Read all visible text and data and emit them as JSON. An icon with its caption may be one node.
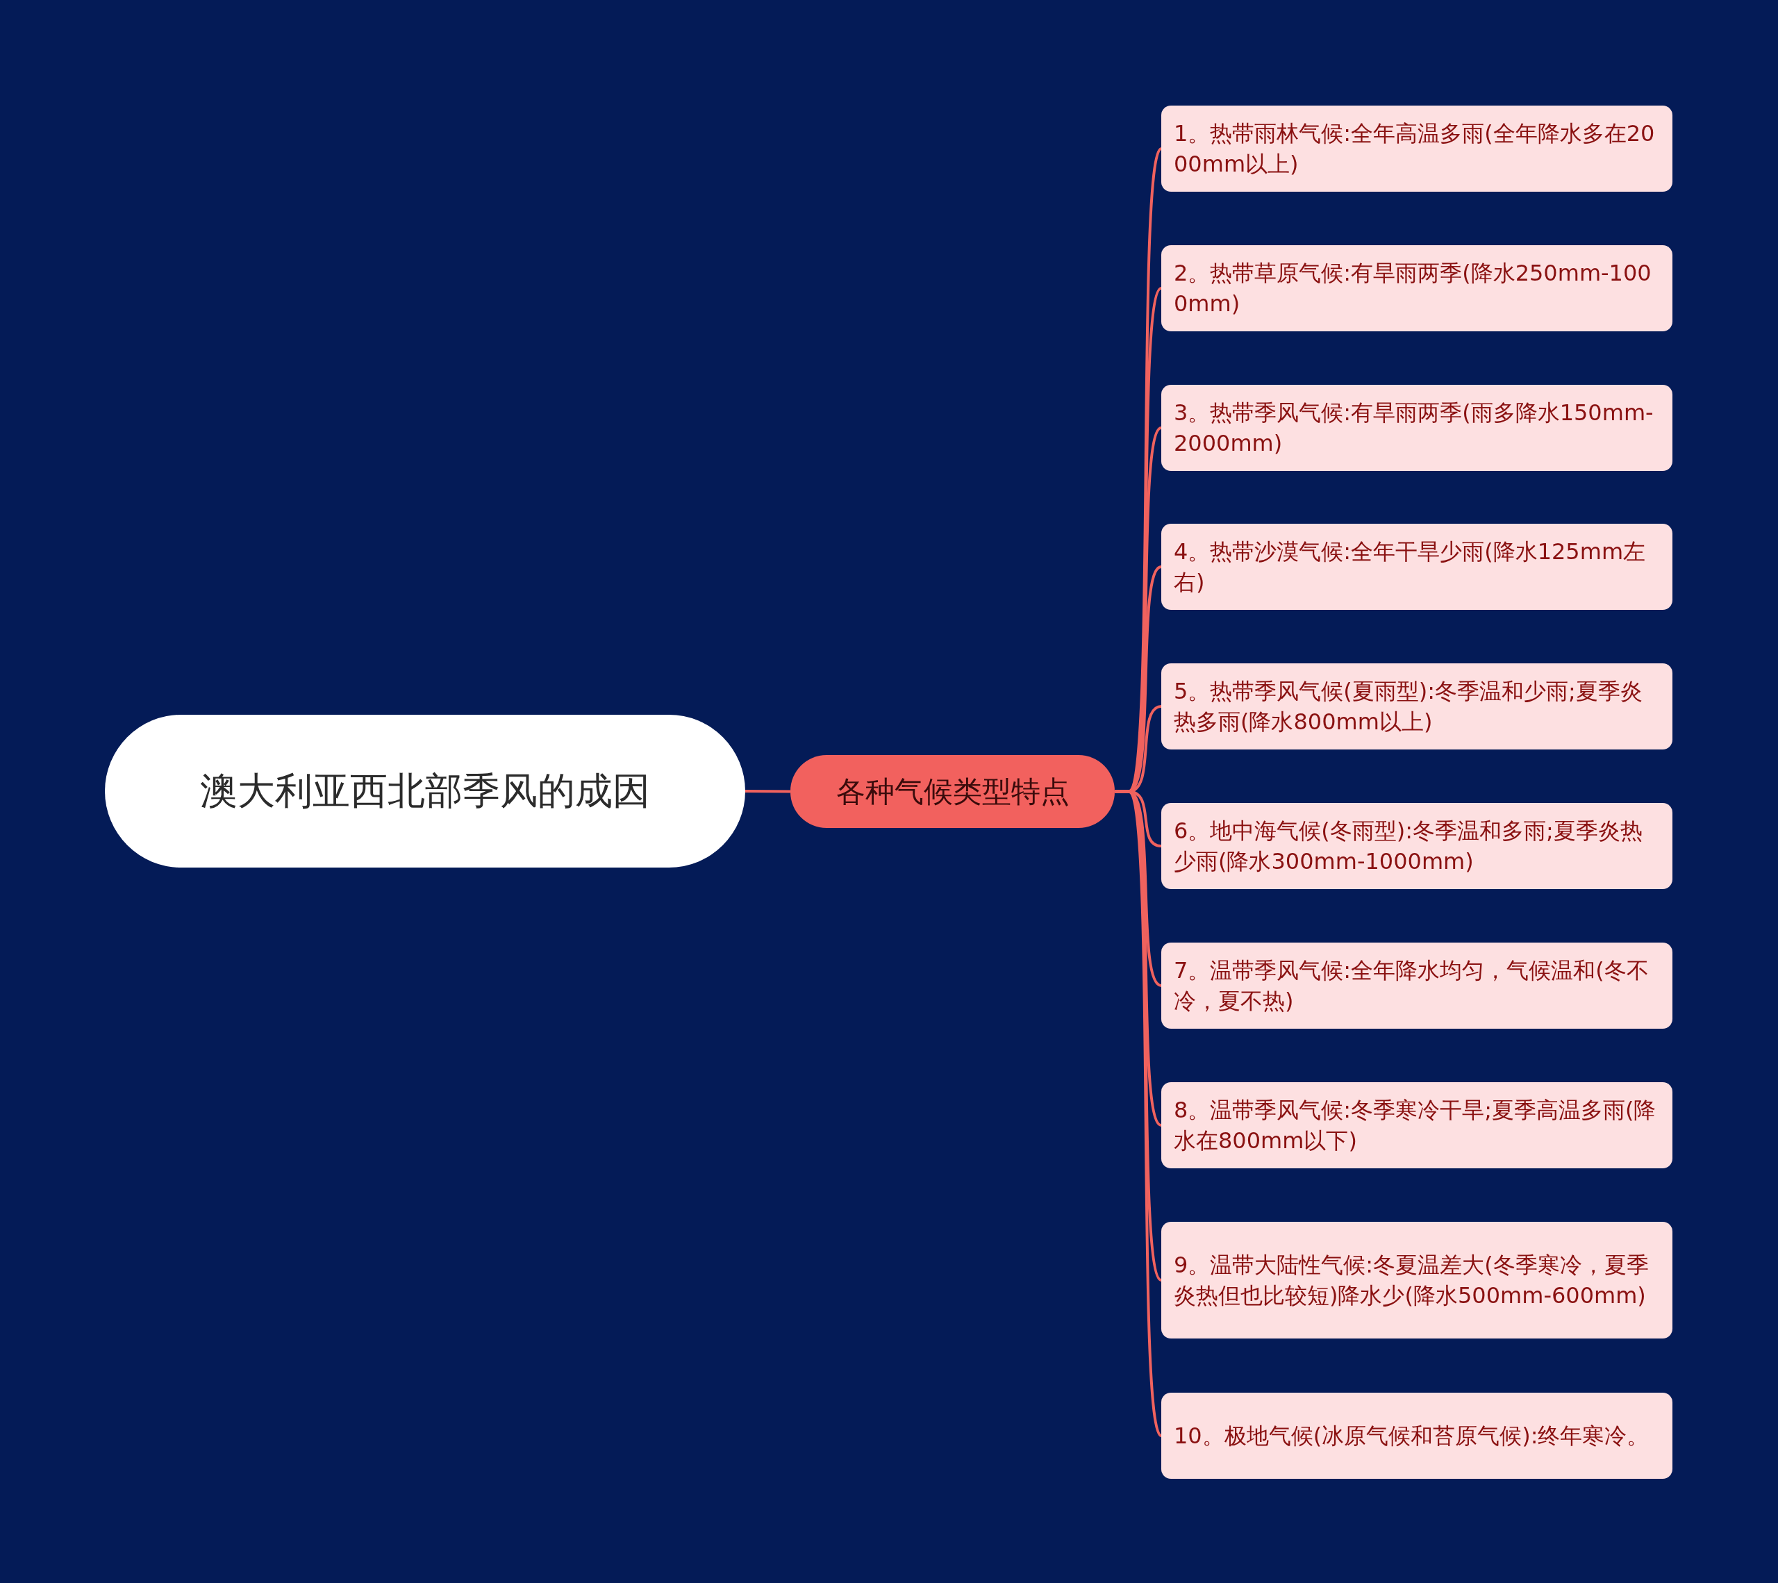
{
  "diagram": {
    "nodes": [
      {
        "text": [
          "澳大利亚西北部季风的成因"
        ]
      },
      {
        "text": [
          "各种气候类型特点"
        ]
      },
      {
        "text": [
          "1。热带雨林气候:全年高温多雨(全年降水多在2000mm以上)"
        ]
      },
      {
        "text": [
          "2。热带草原气候:有旱雨两季(降水250mm-1000mm)"
        ]
      },
      {
        "text": [
          "3。热带季风气候:有旱雨两季(雨多降水150mm-2000mm)"
        ]
      },
      {
        "text": [
          "4。热带沙漠气候:全年干旱少雨(降水125mm左右)"
        ]
      },
      {
        "text": [
          "5。热带季风气候(夏雨型):冬季温和少雨;夏季炎热多雨(降水800mm以上)"
        ]
      },
      {
        "text": [
          "6。地中海气候(冬雨型):冬季温和多雨;夏季炎热少雨(降水300mm-1000mm)"
        ]
      },
      {
        "text": [
          "7。温带季风气候:全年降水均匀，气候温和(冬不冷，夏不热)"
        ]
      },
      {
        "text": [
          "8。温带季风气候:冬季寒冷干旱;夏季高温多雨(降水在800mm以下)"
        ]
      },
      {
        "text": [
          "9。温带大陆性气候:冬夏温差大(冬季寒冷，夏季炎热但也比较短)降水少(降水500mm-600mm)"
        ]
      },
      {
        "text": [
          "10。极地气候(冰原气候和苔原气候):终年寒冷。"
        ]
      }
    ],
    "edges": [
      {
        "from": 0,
        "to": 1,
        "arrow": "none"
      },
      {
        "from": 1,
        "to": 2,
        "arrow": "none"
      },
      {
        "from": 1,
        "to": 3,
        "arrow": "none"
      },
      {
        "from": 1,
        "to": 4,
        "arrow": "none"
      },
      {
        "from": 1,
        "to": 5,
        "arrow": "none"
      },
      {
        "from": 1,
        "to": 6,
        "arrow": "none"
      },
      {
        "from": 1,
        "to": 7,
        "arrow": "none"
      },
      {
        "from": 1,
        "to": 8,
        "arrow": "none"
      },
      {
        "from": 1,
        "to": 9,
        "arrow": "none"
      },
      {
        "from": 1,
        "to": 10,
        "arrow": "none"
      },
      {
        "from": 1,
        "to": 11,
        "arrow": "none"
      }
    ]
  }
}
